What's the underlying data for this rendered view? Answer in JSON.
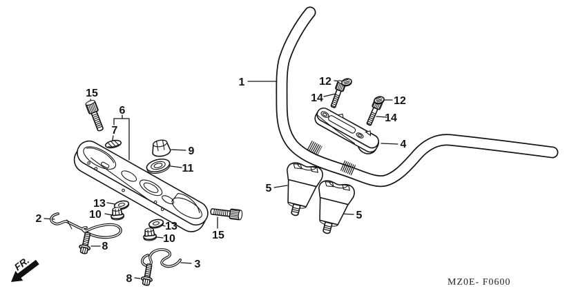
{
  "diagram": {
    "code": "MZ0E- F0600",
    "fr": "FR.",
    "callouts": {
      "c1": "1",
      "c2": "2",
      "c3": "3",
      "c4": "4",
      "c5a": "5",
      "c5b": "5",
      "c6": "6",
      "c7": "7",
      "c8a": "8",
      "c8b": "8",
      "c9": "9",
      "c10a": "10",
      "c10b": "10",
      "c11": "11",
      "c12a": "12",
      "c12b": "12",
      "c13a": "13",
      "c13b": "13",
      "c14a": "14",
      "c14b": "14",
      "c15a": "15",
      "c15b": "15"
    }
  }
}
